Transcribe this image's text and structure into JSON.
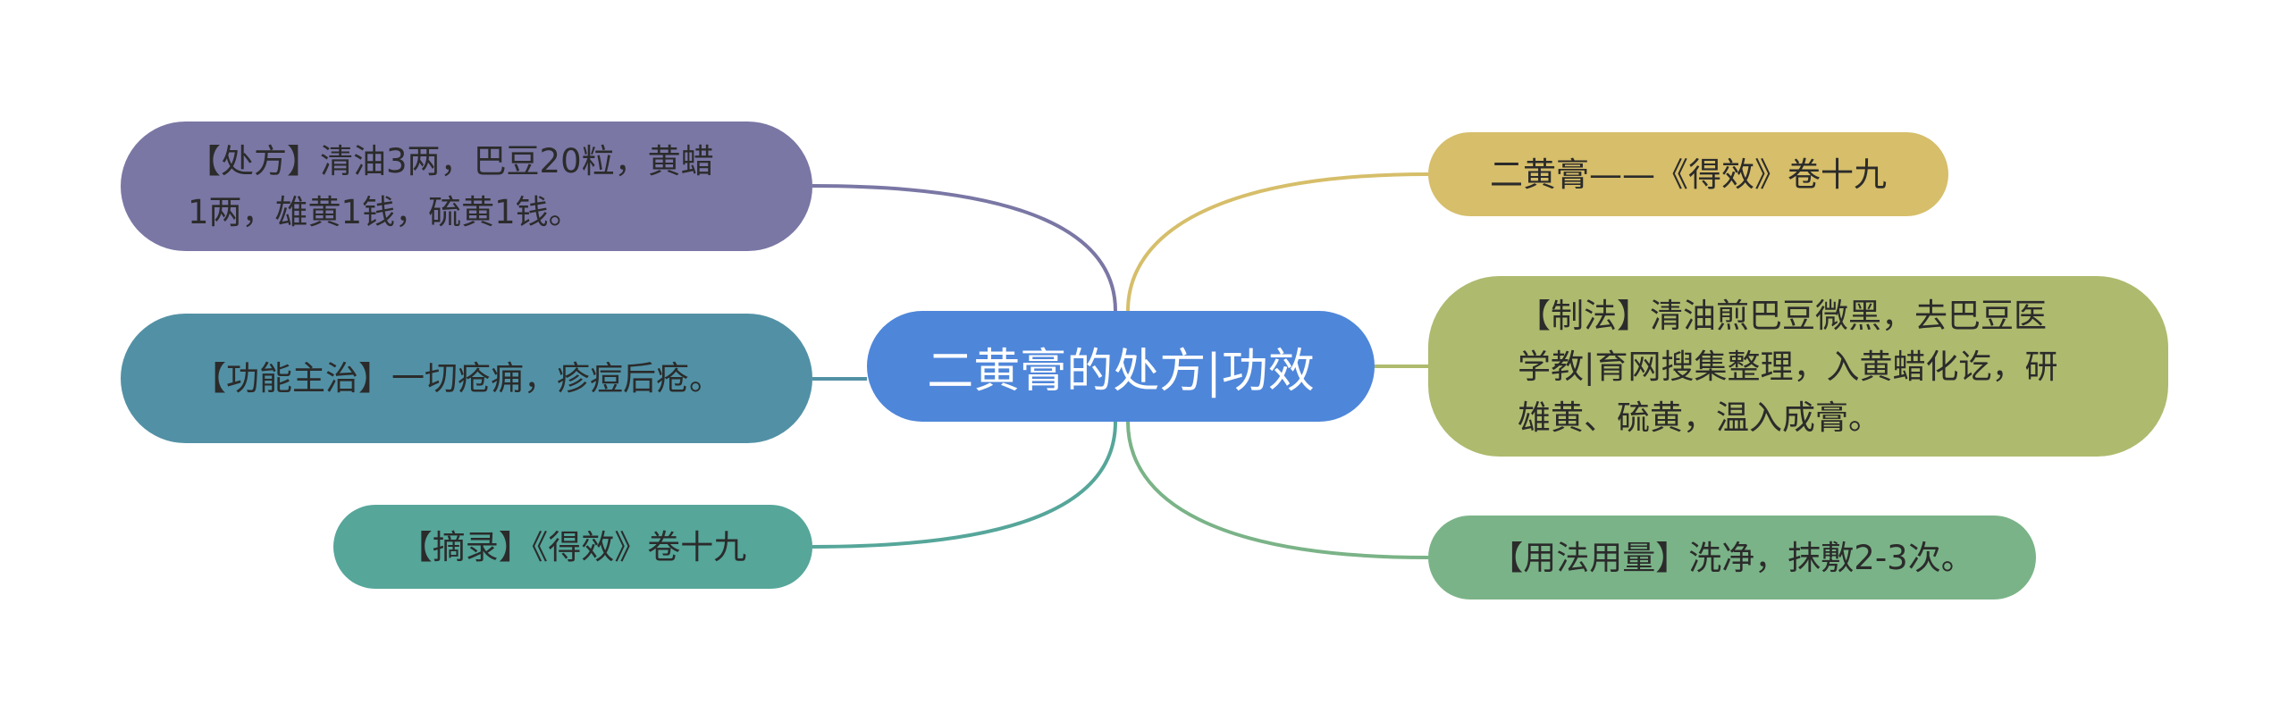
{
  "center": {
    "text": "二黄膏的处方|功效",
    "color": "#4E86DA"
  },
  "left": [
    {
      "text": "【处方】清油3两，巴豆20粒，黄蜡1两，雄黄1钱，硫黄1钱。",
      "color": "#7A77A5",
      "line": "#7A77A5"
    },
    {
      "text": "【功能主治】一切疮痈，疹痘后疮。",
      "color": "#5291A5",
      "line": "#5291A5"
    },
    {
      "text": "【摘录】《得效》卷十九",
      "color": "#56A69A",
      "line": "#56A69A"
    }
  ],
  "right": [
    {
      "text": "二黄膏——《得效》卷十九",
      "color": "#D6BE6A",
      "line": "#D6BE6A"
    },
    {
      "text": "【制法】清油煎巴豆微黑，去巴豆医学教|育网搜集整理，入黄蜡化讫，研雄黄、硫黄，温入成膏。",
      "color": "#AEBA6E",
      "line": "#AEBA6E"
    },
    {
      "text": "【用法用量】洗净，抹敷2-3次。",
      "color": "#7AB387",
      "line": "#7AB387"
    }
  ]
}
